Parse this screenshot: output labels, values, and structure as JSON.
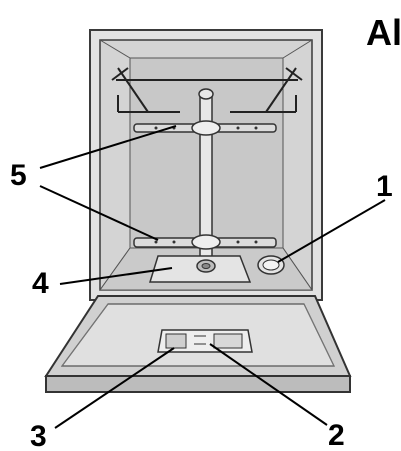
{
  "title": "Al",
  "callouts": [
    {
      "id": "1",
      "label": "1"
    },
    {
      "id": "2",
      "label": "2"
    },
    {
      "id": "3",
      "label": "3"
    },
    {
      "id": "4",
      "label": "4"
    },
    {
      "id": "5",
      "label": "5"
    }
  ],
  "colors": {
    "outline": "#3a3a3a",
    "tub_fill": "#d6d6d6",
    "tub_inner": "#c4c4c4",
    "door_fill": "#cfcfcf",
    "leader": "#000000"
  }
}
